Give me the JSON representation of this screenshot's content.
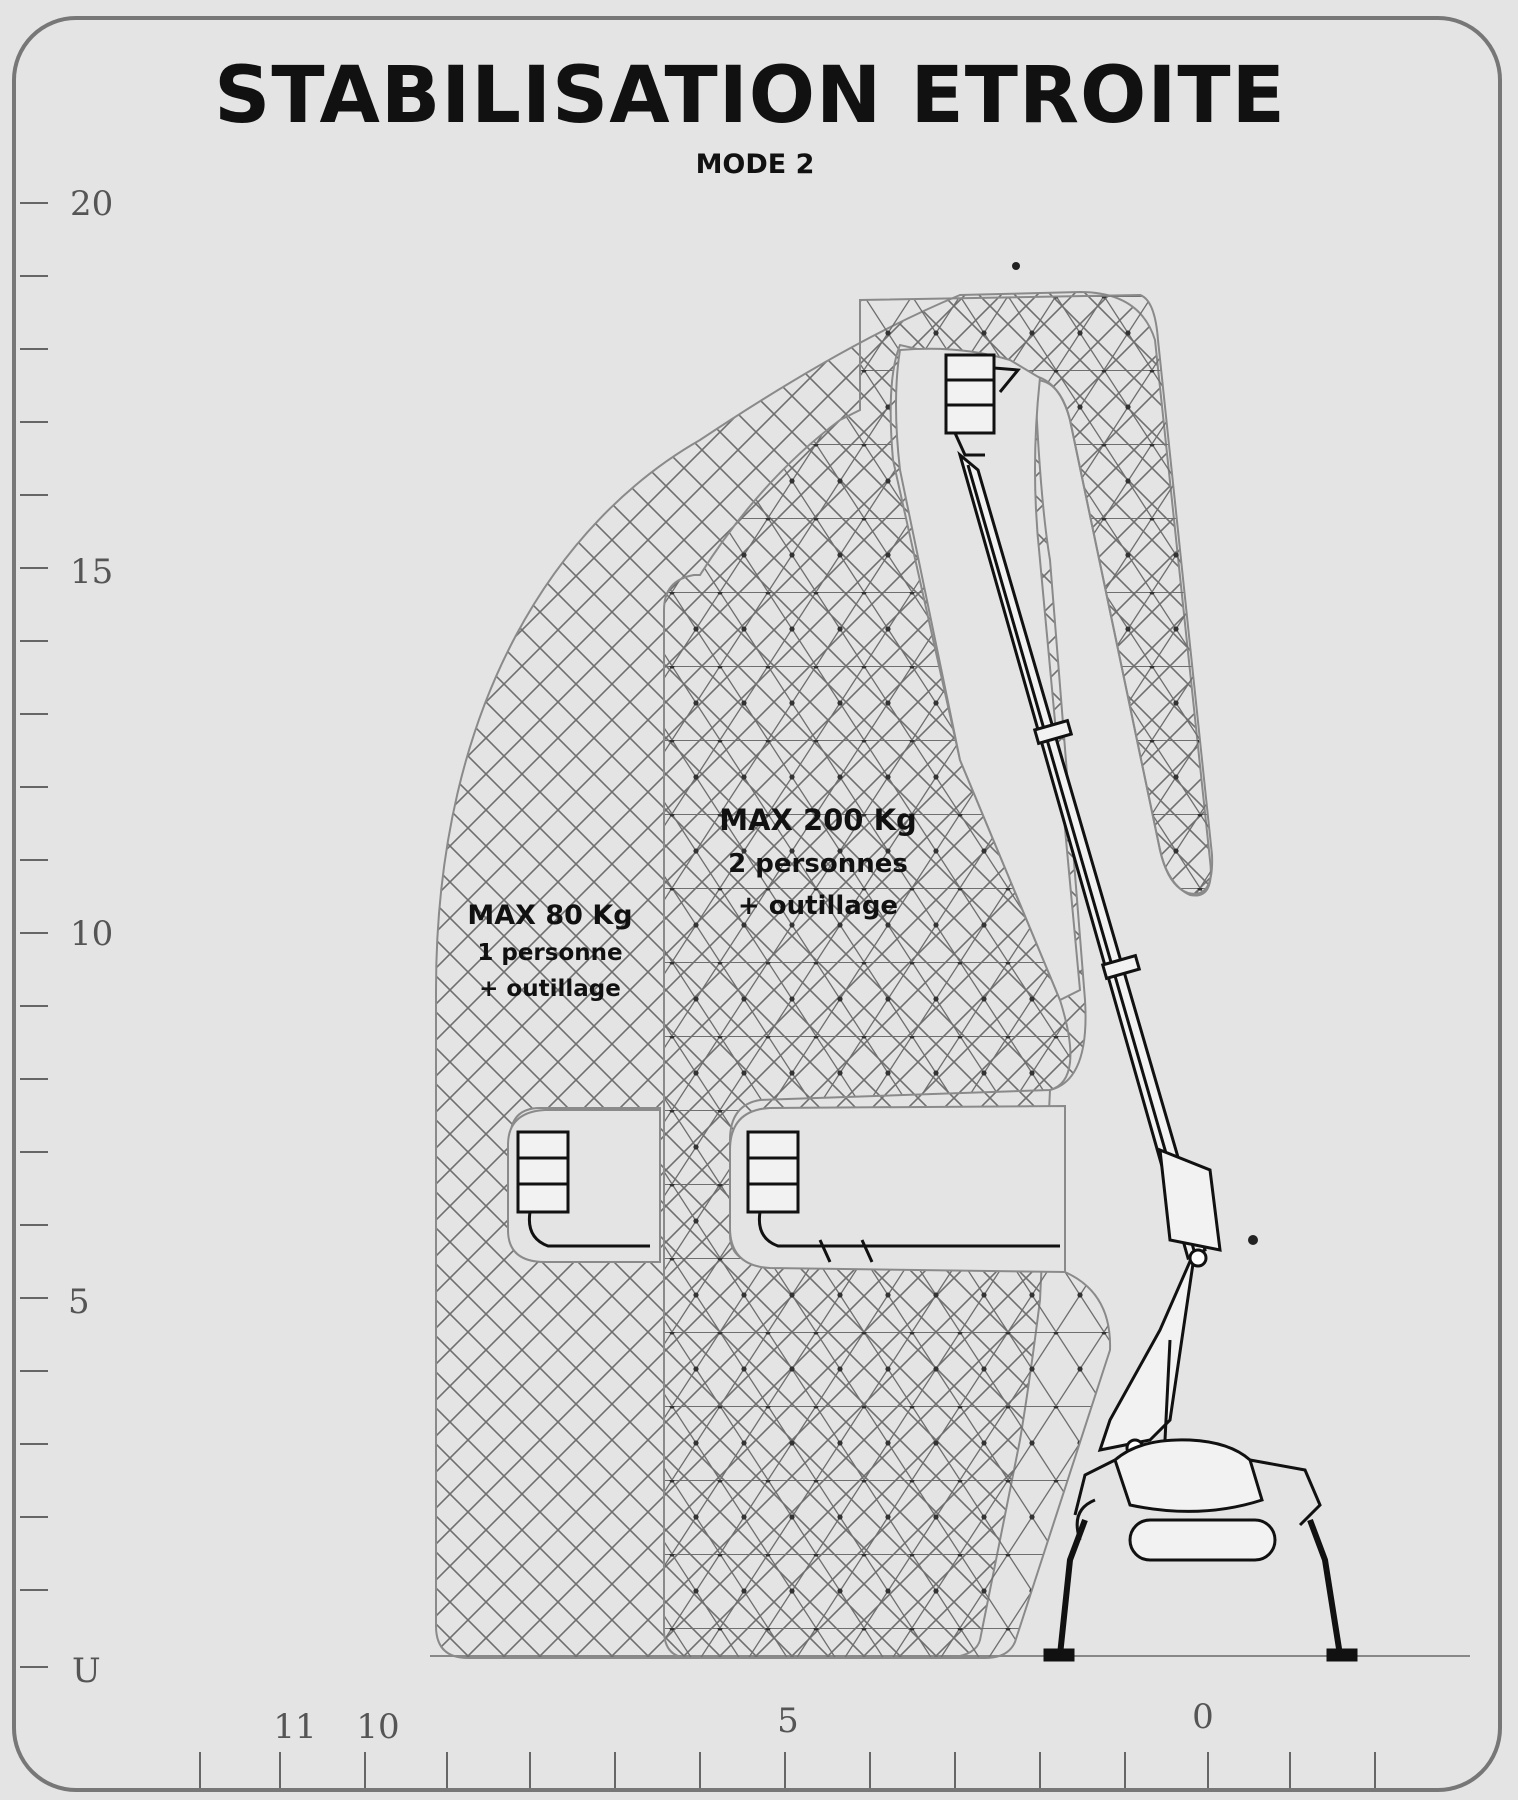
{
  "title": "STABILISATION ETROITE",
  "subtitle": "MODE 2",
  "y_axis": {
    "ticks": [
      0,
      5,
      10,
      15,
      20
    ],
    "labels": [
      "U",
      "5",
      "10",
      "15",
      "20"
    ]
  },
  "x_axis": {
    "ticks": [
      11,
      10,
      5,
      0
    ],
    "labels": [
      "11",
      "10",
      "5",
      "0"
    ]
  },
  "zones": [
    {
      "id": "zone-80",
      "lines": [
        "MAX 80 Kg",
        "1 personne",
        "+ outillage"
      ]
    },
    {
      "id": "zone-200",
      "lines": [
        "MAX 200 Kg",
        "2 personnes",
        "+ outillage"
      ]
    }
  ],
  "colors": {
    "background": "#e4e4e4",
    "ink": "#111111",
    "hatch": "#6f6f6f",
    "frame": "#777777"
  }
}
